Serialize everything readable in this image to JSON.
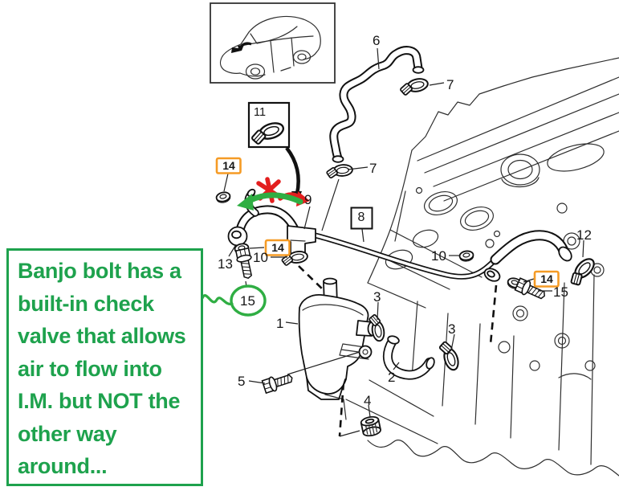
{
  "note": {
    "lines": [
      "Banjo bolt has a",
      "built-in check",
      "valve that allows",
      "air to flow into",
      "I.M. but NOT the",
      "other way",
      "around..."
    ],
    "linked_callout": "15"
  },
  "callouts": {
    "c1": "1",
    "c2": "2",
    "c3a": "3",
    "c3b": "3",
    "c4": "4",
    "c5": "5",
    "c6": "6",
    "c7a": "7",
    "c7b": "7",
    "c8": "8",
    "c9": "9",
    "c10a": "10",
    "c10b": "10",
    "c11": "11",
    "c12": "12",
    "c13": "13",
    "c14a": "14",
    "c14b": "14",
    "c14c": "14",
    "c15a": "15",
    "c15b": "15"
  },
  "icons": {
    "vehicle_inset": "sedan-with-engine-bay-arrow",
    "clamp": "hose-clamp",
    "washer": "seal-washer",
    "bolt": "flange-bolt",
    "grommet": "rubber-grommet"
  },
  "colors": {
    "annotation_green": "#1ea24d",
    "marker_green": "#2fae43",
    "marker_red": "#e31e1e",
    "highlight_orange": "#f59b25",
    "line": "#111111",
    "background": "#ffffff"
  }
}
